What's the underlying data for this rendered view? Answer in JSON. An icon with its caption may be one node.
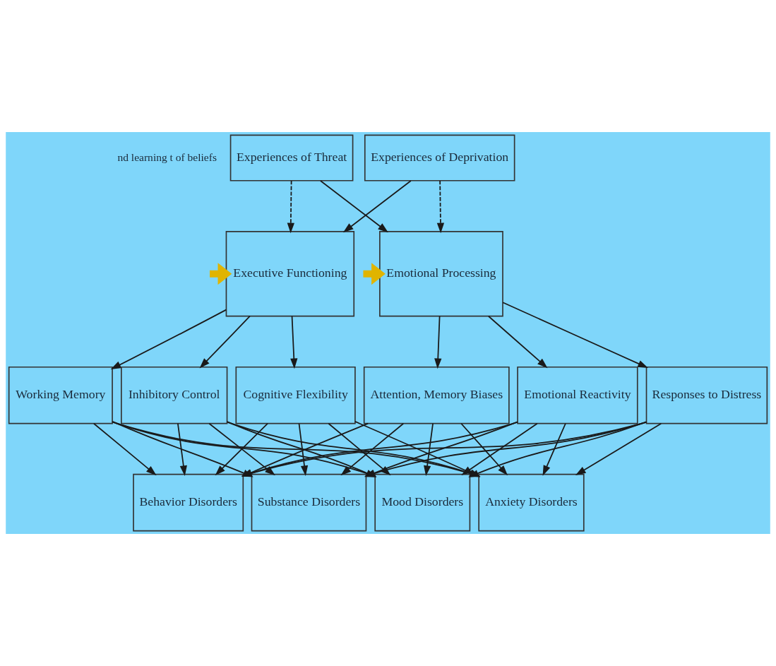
{
  "diagram": {
    "nodes": [
      {
        "text": [
          "Experiences of Threat"
        ]
      },
      {
        "text": [
          "Experiences of Deprivation"
        ]
      },
      {
        "text": [
          "Emotional Processing"
        ]
      },
      {
        "text": [
          "Executive Functioning"
        ]
      },
      {
        "text": [
          "Attention, Memory Biases"
        ]
      },
      {
        "text": [
          "Emotional Reactivity"
        ]
      },
      {
        "text": [
          "Responses to Distress"
        ]
      },
      {
        "text": [
          "Working Memory"
        ]
      },
      {
        "text": [
          "Inhibitory Control"
        ]
      },
      {
        "text": [
          "Cognitive Flexibility"
        ]
      },
      {
        "text": [
          "Mood Disorders"
        ]
      },
      {
        "text": [
          "Anxiety Disorders"
        ]
      },
      {
        "text": [
          "Behavior Disorders"
        ]
      },
      {
        "text": [
          "Substance Disorders"
        ]
      }
    ],
    "edges": [
      {
        "from": 0,
        "to": 2,
        "arrow": "to"
      },
      {
        "from": 0,
        "to": 3,
        "arrow": "to",
        "style": "dashed"
      },
      {
        "from": 1,
        "to": 2,
        "arrow": "to",
        "style": "dashed"
      },
      {
        "from": 1,
        "to": 3,
        "arrow": "to"
      },
      {
        "from": null,
        "to": 2,
        "arrow": "to",
        "style": "thick",
        "color": "#e0b400"
      },
      {
        "from": null,
        "to": 3,
        "arrow": "to",
        "style": "thick",
        "color": "#e0b400"
      },
      {
        "from": 2,
        "to": 4,
        "arrow": "to"
      },
      {
        "from": 2,
        "to": 5,
        "arrow": "to"
      },
      {
        "from": 2,
        "to": 6,
        "arrow": "to"
      },
      {
        "from": 3,
        "to": 7,
        "arrow": "to"
      },
      {
        "from": 3,
        "to": 8,
        "arrow": "to"
      },
      {
        "from": 3,
        "to": 9,
        "arrow": "to"
      },
      {
        "from": 4,
        "to": 10,
        "arrow": "to"
      },
      {
        "from": 4,
        "to": 11,
        "arrow": "to"
      },
      {
        "from": 4,
        "to": 12,
        "arrow": "to"
      },
      {
        "from": 4,
        "to": 13,
        "arrow": "to"
      },
      {
        "from": 5,
        "to": 10,
        "arrow": "to"
      },
      {
        "from": 5,
        "to": 11,
        "arrow": "to"
      },
      {
        "from": 5,
        "to": 12,
        "arrow": "to"
      },
      {
        "from": 5,
        "to": 13,
        "arrow": "to"
      },
      {
        "from": 6,
        "to": 10,
        "arrow": "to"
      },
      {
        "from": 6,
        "to": 11,
        "arrow": "to"
      },
      {
        "from": 6,
        "to": 12,
        "arrow": "to"
      },
      {
        "from": 6,
        "to": 13,
        "arrow": "to"
      },
      {
        "from": 7,
        "to": 10,
        "arrow": "to"
      },
      {
        "from": 7,
        "to": 11,
        "arrow": "to"
      },
      {
        "from": 7,
        "to": 12,
        "arrow": "to"
      },
      {
        "from": 7,
        "to": 13,
        "arrow": "to"
      },
      {
        "from": 8,
        "to": 10,
        "arrow": "to"
      },
      {
        "from": 8,
        "to": 11,
        "arrow": "to"
      },
      {
        "from": 8,
        "to": 12,
        "arrow": "to"
      },
      {
        "from": 8,
        "to": 13,
        "arrow": "to"
      },
      {
        "from": 9,
        "to": 10,
        "arrow": "to"
      },
      {
        "from": 9,
        "to": 11,
        "arrow": "to"
      },
      {
        "from": 9,
        "to": 12,
        "arrow": "to"
      },
      {
        "from": 9,
        "to": 13,
        "arrow": "to"
      }
    ],
    "labels": [
      "nd learning t of beliefs"
    ]
  }
}
